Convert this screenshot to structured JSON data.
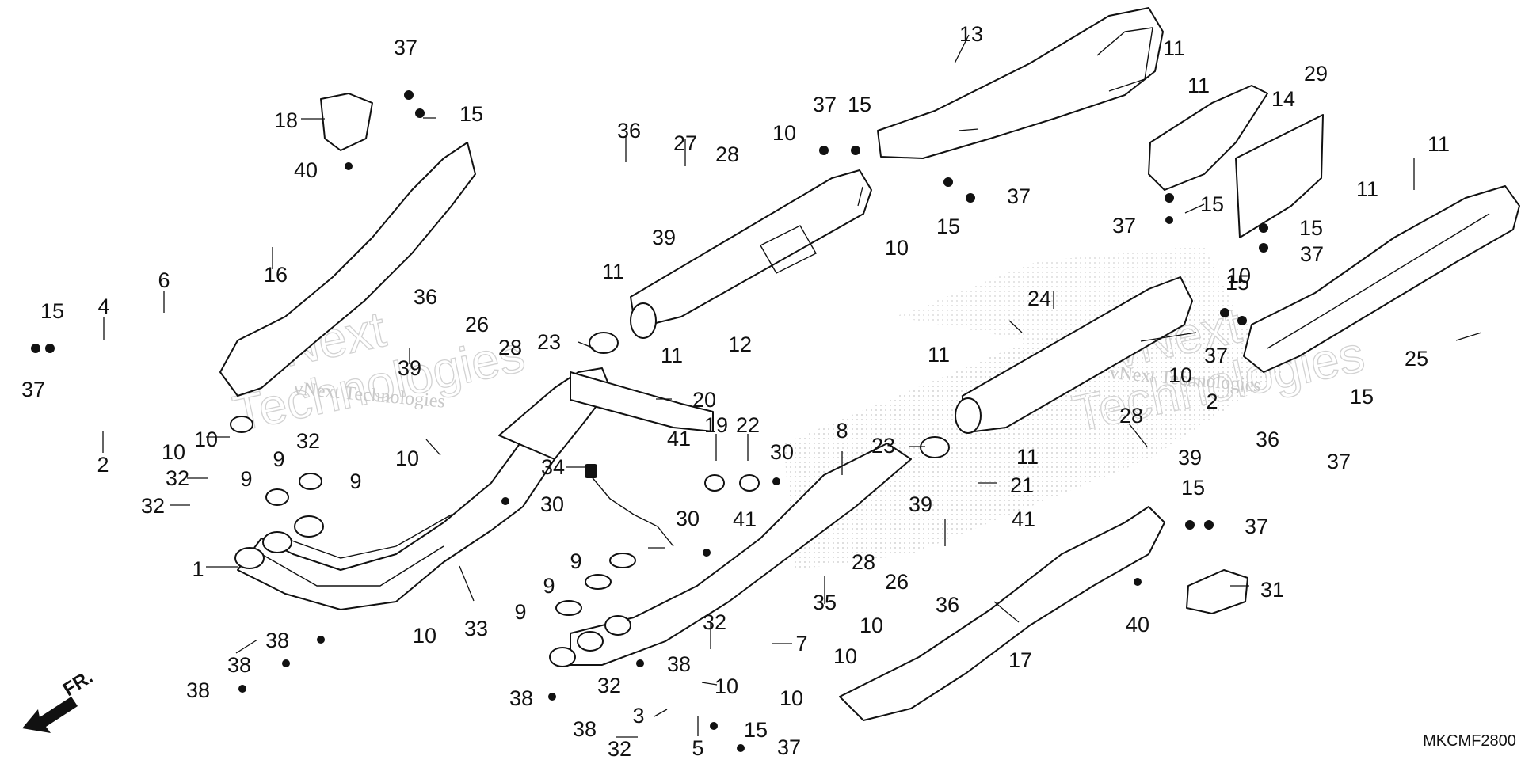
{
  "diagram_code": "MKCMF2800",
  "direction_label": "FR.",
  "watermark": {
    "line1": "vNext",
    "line2": "Technologies",
    "inline": "vNext Technologies"
  },
  "callouts": [
    {
      "id": "c1",
      "label": "1"
    },
    {
      "id": "c2",
      "label": "2"
    },
    {
      "id": "c3",
      "label": "3"
    },
    {
      "id": "c4",
      "label": "4"
    },
    {
      "id": "c5",
      "label": "5"
    },
    {
      "id": "c6",
      "label": "6"
    },
    {
      "id": "c7",
      "label": "7"
    },
    {
      "id": "c8",
      "label": "8"
    },
    {
      "id": "c9a",
      "label": "9"
    },
    {
      "id": "c9b",
      "label": "9"
    },
    {
      "id": "c9c",
      "label": "9"
    },
    {
      "id": "c9d",
      "label": "9"
    },
    {
      "id": "c9e",
      "label": "9"
    },
    {
      "id": "c9f",
      "label": "9"
    },
    {
      "id": "c9g",
      "label": "9"
    },
    {
      "id": "c10a",
      "label": "10"
    },
    {
      "id": "c10b",
      "label": "10"
    },
    {
      "id": "c10c",
      "label": "10"
    },
    {
      "id": "c10d",
      "label": "10"
    },
    {
      "id": "c10e",
      "label": "10"
    },
    {
      "id": "c10f",
      "label": "10"
    },
    {
      "id": "c10g",
      "label": "10"
    },
    {
      "id": "c10h",
      "label": "10"
    },
    {
      "id": "c10i",
      "label": "10"
    },
    {
      "id": "c10j",
      "label": "10"
    },
    {
      "id": "c10k",
      "label": "10"
    },
    {
      "id": "c10l",
      "label": "10"
    },
    {
      "id": "c11a",
      "label": "11"
    },
    {
      "id": "c11b",
      "label": "11"
    },
    {
      "id": "c11c",
      "label": "11"
    },
    {
      "id": "c11d",
      "label": "11"
    },
    {
      "id": "c11e",
      "label": "11"
    },
    {
      "id": "c11f",
      "label": "11"
    },
    {
      "id": "c11g",
      "label": "11"
    },
    {
      "id": "c12",
      "label": "12"
    },
    {
      "id": "c13",
      "label": "13"
    },
    {
      "id": "c14",
      "label": "14"
    },
    {
      "id": "c15a",
      "label": "15"
    },
    {
      "id": "c15b",
      "label": "15"
    },
    {
      "id": "c15c",
      "label": "15"
    },
    {
      "id": "c15d",
      "label": "15"
    },
    {
      "id": "c15e",
      "label": "15"
    },
    {
      "id": "c15f",
      "label": "15"
    },
    {
      "id": "c15g",
      "label": "15"
    },
    {
      "id": "c15h",
      "label": "15"
    },
    {
      "id": "c15i",
      "label": "15"
    },
    {
      "id": "c15j",
      "label": "15"
    },
    {
      "id": "c16",
      "label": "16"
    },
    {
      "id": "c17",
      "label": "17"
    },
    {
      "id": "c18",
      "label": "18"
    },
    {
      "id": "c19",
      "label": "19"
    },
    {
      "id": "c20",
      "label": "20"
    },
    {
      "id": "c21",
      "label": "21"
    },
    {
      "id": "c22",
      "label": "22"
    },
    {
      "id": "c23a",
      "label": "23"
    },
    {
      "id": "c23b",
      "label": "23"
    },
    {
      "id": "c24",
      "label": "24"
    },
    {
      "id": "c25",
      "label": "25"
    },
    {
      "id": "c26a",
      "label": "26"
    },
    {
      "id": "c26b",
      "label": "26"
    },
    {
      "id": "c27a",
      "label": "27"
    },
    {
      "id": "c27b",
      "label": "27"
    },
    {
      "id": "c28a",
      "label": "28"
    },
    {
      "id": "c28b",
      "label": "28"
    },
    {
      "id": "c28c",
      "label": "28"
    },
    {
      "id": "c29",
      "label": "29"
    },
    {
      "id": "c30a",
      "label": "30"
    },
    {
      "id": "c30b",
      "label": "30"
    },
    {
      "id": "c30c",
      "label": "30"
    },
    {
      "id": "c31",
      "label": "31"
    },
    {
      "id": "c32a",
      "label": "32"
    },
    {
      "id": "c32b",
      "label": "32"
    },
    {
      "id": "c32c",
      "label": "32"
    },
    {
      "id": "c32d",
      "label": "32"
    },
    {
      "id": "c32e",
      "label": "32"
    },
    {
      "id": "c32f",
      "label": "32"
    },
    {
      "id": "c33",
      "label": "33"
    },
    {
      "id": "c34",
      "label": "34"
    },
    {
      "id": "c35",
      "label": "35"
    },
    {
      "id": "c36a",
      "label": "36"
    },
    {
      "id": "c36b",
      "label": "36"
    },
    {
      "id": "c36c",
      "label": "36"
    },
    {
      "id": "c36d",
      "label": "36"
    },
    {
      "id": "c37a",
      "label": "37"
    },
    {
      "id": "c37b",
      "label": "37"
    },
    {
      "id": "c37c",
      "label": "37"
    },
    {
      "id": "c37d",
      "label": "37"
    },
    {
      "id": "c37e",
      "label": "37"
    },
    {
      "id": "c37f",
      "label": "37"
    },
    {
      "id": "c37g",
      "label": "37"
    },
    {
      "id": "c37h",
      "label": "37"
    },
    {
      "id": "c37i",
      "label": "37"
    },
    {
      "id": "c37j",
      "label": "37"
    },
    {
      "id": "c37k",
      "label": "37"
    },
    {
      "id": "c38a",
      "label": "38"
    },
    {
      "id": "c38b",
      "label": "38"
    },
    {
      "id": "c38c",
      "label": "38"
    },
    {
      "id": "c38d",
      "label": "38"
    },
    {
      "id": "c38e",
      "label": "38"
    },
    {
      "id": "c38f",
      "label": "38"
    },
    {
      "id": "c39a",
      "label": "39"
    },
    {
      "id": "c39b",
      "label": "39"
    },
    {
      "id": "c39c",
      "label": "39"
    },
    {
      "id": "c39d",
      "label": "39"
    },
    {
      "id": "c40a",
      "label": "40"
    },
    {
      "id": "c40b",
      "label": "40"
    },
    {
      "id": "c41a",
      "label": "41"
    },
    {
      "id": "c41b",
      "label": "41"
    },
    {
      "id": "c41c",
      "label": "41"
    }
  ]
}
